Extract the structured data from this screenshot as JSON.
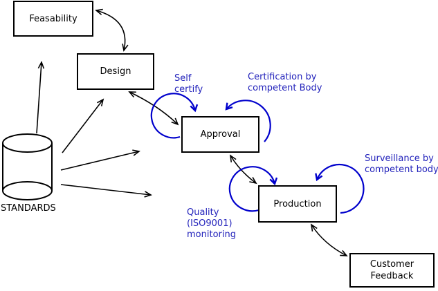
{
  "nodes": {
    "feasability": {
      "label": "Feasability"
    },
    "design": {
      "label": "Design"
    },
    "approval": {
      "label": "Approval"
    },
    "production": {
      "label": "Production"
    },
    "customer_feedback": {
      "lines": [
        "Customer",
        "Feedback"
      ]
    }
  },
  "standards": {
    "label": "STANDARDS"
  },
  "annotations": {
    "self_certify": {
      "lines": [
        "Self",
        "certify"
      ]
    },
    "certification": {
      "lines": [
        "Certification by",
        "competent Body"
      ]
    },
    "surveillance": {
      "lines": [
        "Surveillance by",
        "competent body"
      ]
    },
    "quality": {
      "lines": [
        "Quality",
        "(ISO9001)",
        "monitoring"
      ]
    }
  },
  "colors": {
    "line": "#000000",
    "loop_blue": "#0000cc",
    "annotation_text": "#2222bb",
    "background": "#ffffff"
  }
}
